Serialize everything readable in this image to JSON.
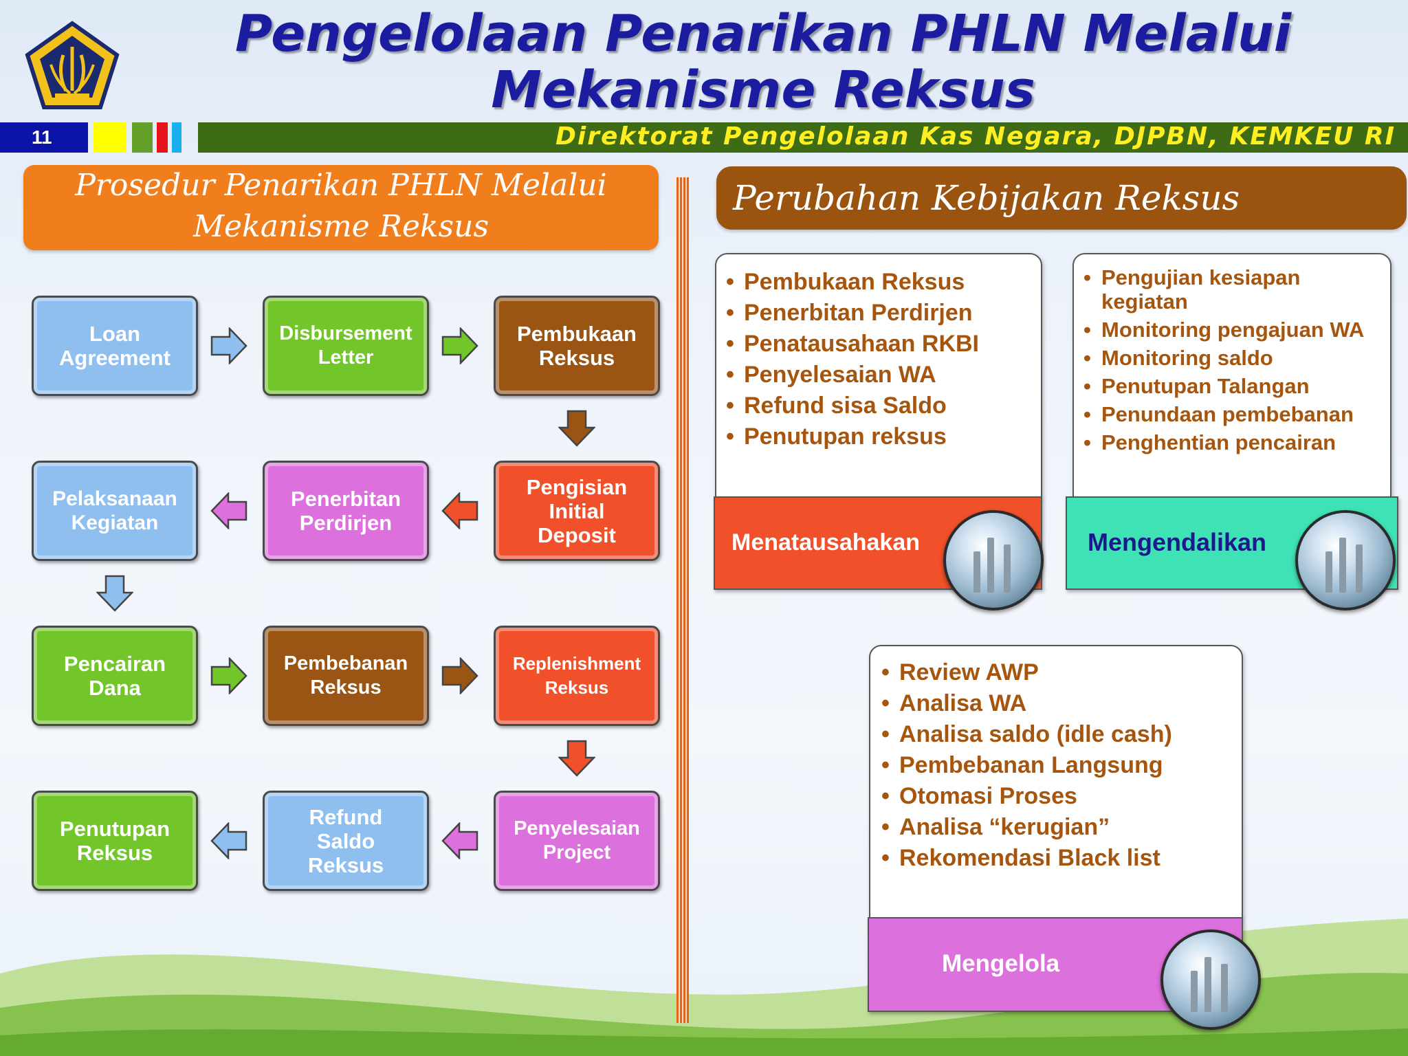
{
  "header": {
    "title_line1": "Pengelolaan Penarikan PHLN Melalui",
    "title_line2": "Mekanisme Reksus",
    "page_number": "11",
    "subtitle": "Direktorat  Pengelolaan Kas Negara, DJPBN, KEMKEU RI"
  },
  "left_section": {
    "title_line1": "Prosedur Penarikan PHLN Melalui",
    "title_line2": "Mekanisme Reksus"
  },
  "flow": {
    "loan_agreement": [
      "Loan",
      "Agreement"
    ],
    "disbursement_letter": [
      "Disbursement",
      "Letter"
    ],
    "pembukaan_reksus": [
      "Pembukaan",
      "Reksus"
    ],
    "pengisian_initial_deposit": [
      "Pengisian",
      "Initial",
      "Deposit"
    ],
    "penerbitan_perdirjen": [
      "Penerbitan",
      "Perdirjen"
    ],
    "pelaksanaan_kegiatan": [
      "Pelaksanaan",
      "Kegiatan"
    ],
    "pencairan_dana": [
      "Pencairan",
      "Dana"
    ],
    "pembebanan_reksus": [
      "Pembebanan",
      "Reksus"
    ],
    "replenishment_reksus": [
      "Replenishment",
      "Reksus"
    ],
    "penyelesaian_project": [
      "Penyelesaian",
      "Project"
    ],
    "refund_saldo_reksus": [
      "Refund",
      "Saldo",
      "Reksus"
    ],
    "penutupan_reksus": [
      "Penutupan",
      "Reksus"
    ]
  },
  "right_section": {
    "title": "Perubahan Kebijakan Reksus",
    "menatausahakan": {
      "items": [
        "Pembukaan Reksus",
        "Penerbitan Perdirjen",
        "Penatausahaan RKBI",
        "Penyelesaian WA",
        "Refund sisa Saldo",
        "Penutupan reksus"
      ],
      "label": "Menatausahakan"
    },
    "mengendalikan": {
      "items": [
        "Pengujian kesiapan kegiatan",
        "Monitoring pengajuan WA",
        "Monitoring saldo",
        "Penutupan Talangan",
        "Penundaan pembebanan",
        "Penghentian pencairan"
      ],
      "label": "Mengendalikan"
    },
    "mengelola": {
      "items": [
        "Review  AWP",
        "Analisa WA",
        "Analisa saldo (idle cash)",
        "Pembebanan Langsung",
        "Otomasi Proses",
        "Analisa “kerugian”",
        "Rekomendasi Black list"
      ],
      "label": "Mengelola"
    }
  },
  "colors": {
    "blue": "#8fbfef",
    "green": "#72c62a",
    "brown": "#9a5414",
    "red": "#f0512a",
    "pink": "#dc70dc",
    "orange_header": "#f07e1c",
    "brown_header": "#9a5410",
    "teal_band": "#3ee2b4",
    "title_blue": "#1c1ca0"
  }
}
